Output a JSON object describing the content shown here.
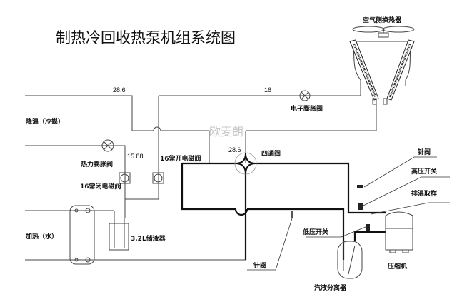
{
  "title": "制热冷回收热泵机组系统图",
  "watermark": "欧麦朗",
  "components": {
    "air_hx": "空气侧换热器",
    "exv": "电子膨胀阀",
    "txv": "热力膨胀阀",
    "nc_valve": "16常闭电磁阀",
    "no_valve": "16常开电磁阀",
    "four_way": "四通阀",
    "receiver": "3.2L储液器",
    "needle_valve_top": "针阀",
    "hp_switch": "高压开关",
    "discharge_sample": "排温取样",
    "lp_switch": "低压开关",
    "needle_valve_bottom": "针阀",
    "separator": "汽液分离器",
    "compressor": "压缩机"
  },
  "side_labels": {
    "cooling": "降温（冷媒）",
    "heating": "加热（水）"
  },
  "pipe_sizes": {
    "top_left": "28.6",
    "top_mid": "16",
    "txv_line": "15.88",
    "four_way_in": "28.6"
  }
}
